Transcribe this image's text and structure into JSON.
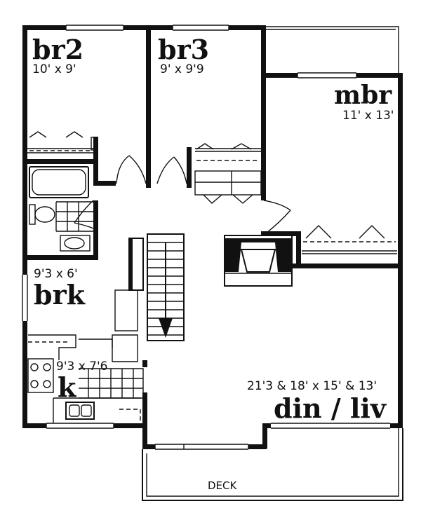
{
  "rooms": {
    "br2": {
      "name": "br2",
      "dims": "10' x 9'"
    },
    "br3": {
      "name": "br3",
      "dims": "9' x 9'9"
    },
    "mbr": {
      "name": "mbr",
      "dims": "11' x 13'"
    },
    "brk": {
      "name": "brk",
      "dims": "9'3 x 6'"
    },
    "k": {
      "name": "k",
      "dims": "9'3 x 7'6"
    },
    "din_liv": {
      "name": "din / liv",
      "dims": "21'3 & 18' x 15' & 13'"
    }
  },
  "deck": {
    "label": "DECK"
  }
}
